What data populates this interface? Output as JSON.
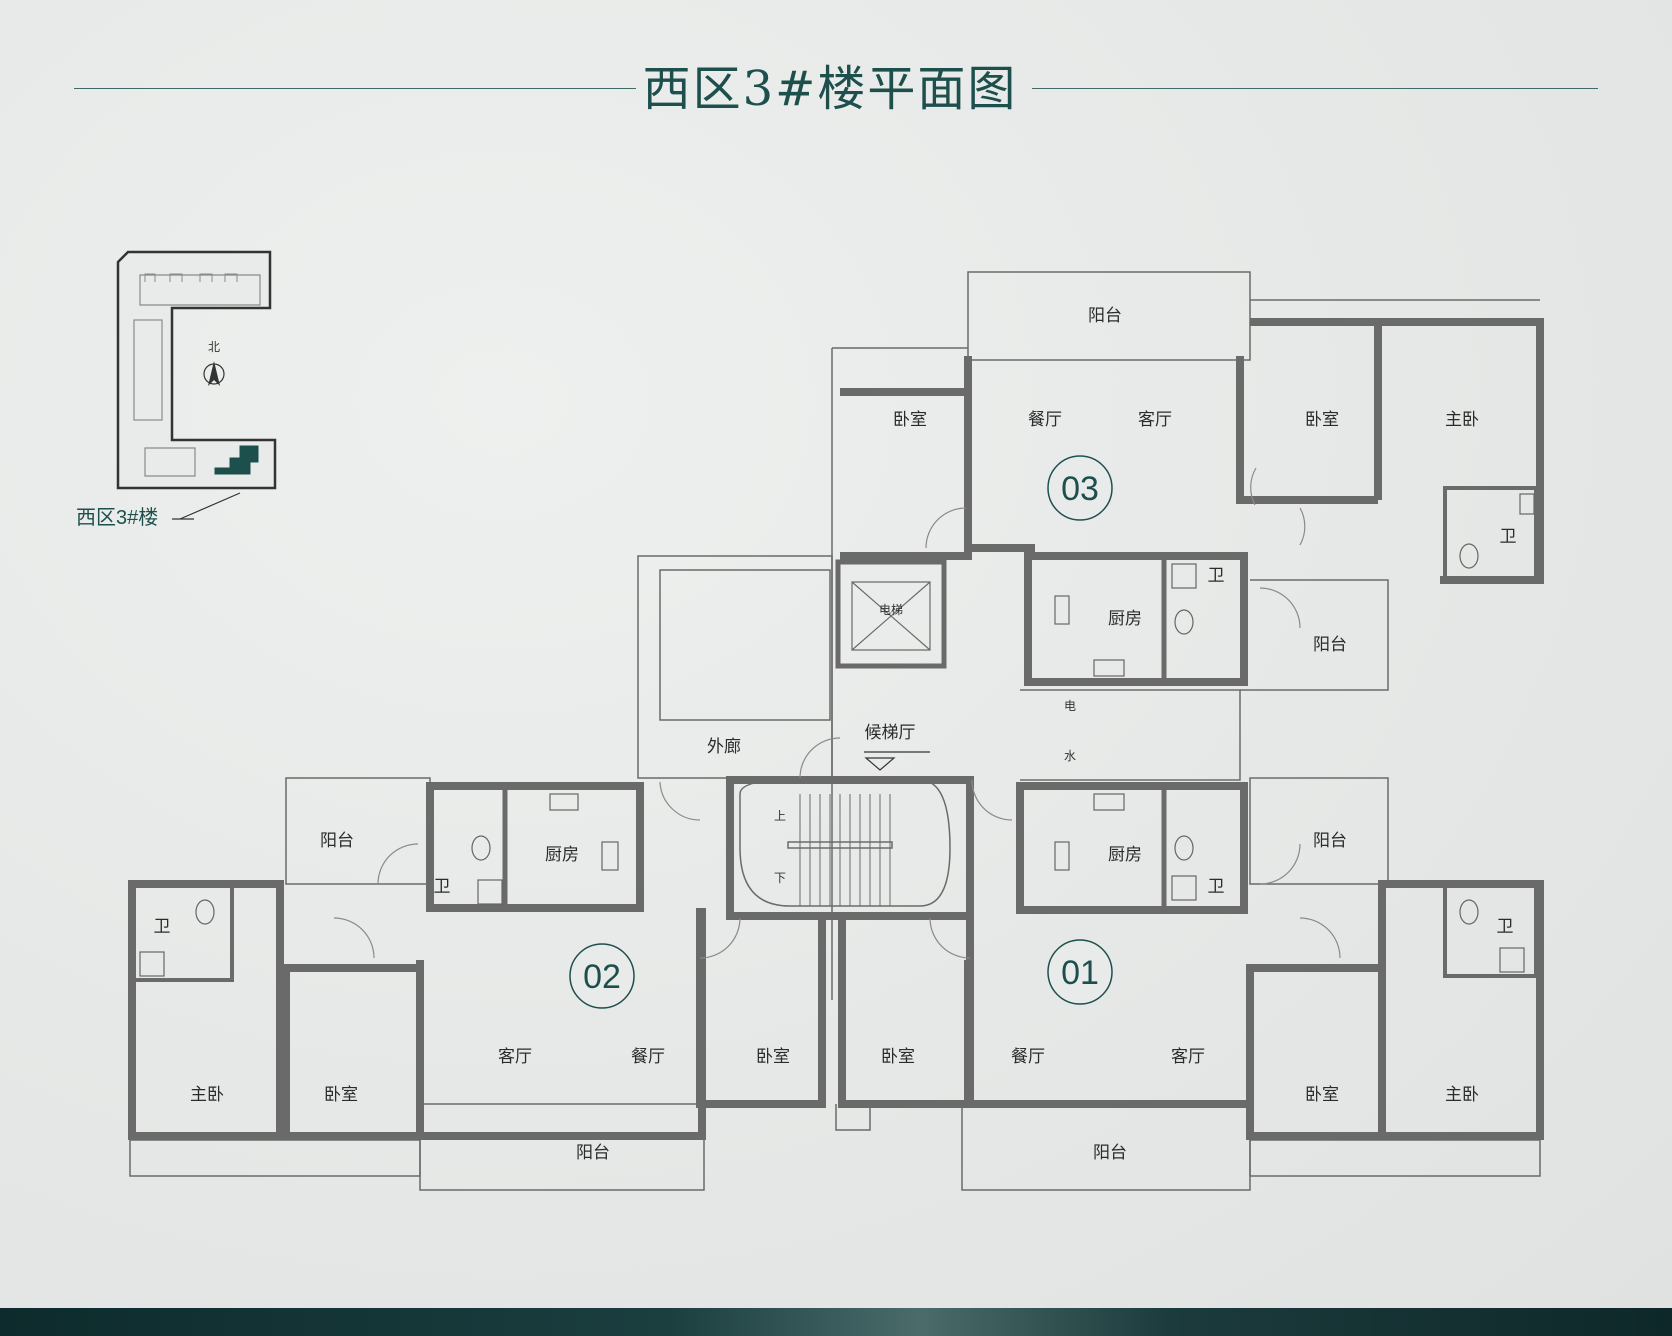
{
  "title": "西区3#楼平面图",
  "site_plan": {
    "building_label": "西区3#楼",
    "north_label": "北"
  },
  "units": [
    "01",
    "02",
    "03"
  ],
  "rooms": {
    "balcony": "阳台",
    "bedroom": "卧室",
    "master_bedroom": "主卧",
    "dining": "餐厅",
    "living": "客厅",
    "kitchen": "厨房",
    "bathroom": "卫",
    "corridor": "外廊",
    "elevator_hall": "候梯厅",
    "elevator": "电梯",
    "stair_up": "上",
    "stair_down": "下",
    "electric": "电",
    "water": "水"
  },
  "colors": {
    "accent": "#1d4f4c",
    "wall": "#6f6f6f",
    "band": "#1b3e3f"
  }
}
